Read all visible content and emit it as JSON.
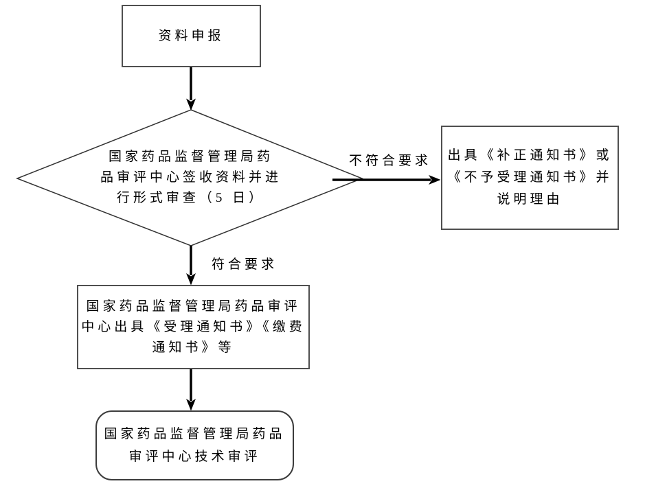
{
  "flowchart": {
    "nodes": {
      "start": {
        "label": "资料申报",
        "shape": "rectangle"
      },
      "decision": {
        "label": "国家药品监督管理局药\n品审评中心签收资料并进\n行形式审查（5 日）",
        "shape": "diamond"
      },
      "reject_outcome": {
        "label": "出具《补正通知书》或\n《不予受理通知书》并\n说明理由",
        "shape": "rectangle"
      },
      "accept_outcome": {
        "label": "国家药品监督管理局药品审评\n中心出具《受理通知书》《缴费\n通知书》等",
        "shape": "rectangle"
      },
      "technical_review": {
        "label": "国家药品监督管理局药品\n审评中心技术审评",
        "shape": "rounded_rectangle"
      }
    },
    "edges": [
      {
        "from": "start",
        "to": "decision",
        "label": ""
      },
      {
        "from": "decision",
        "to": "reject_outcome",
        "label": "不符合要求"
      },
      {
        "from": "decision",
        "to": "accept_outcome",
        "label": "符合要求"
      },
      {
        "from": "accept_outcome",
        "to": "technical_review",
        "label": ""
      }
    ],
    "colors": {
      "background": "#ffffff",
      "box_border": "#4f4f4f",
      "line": "#000000",
      "text": "#000000"
    }
  }
}
